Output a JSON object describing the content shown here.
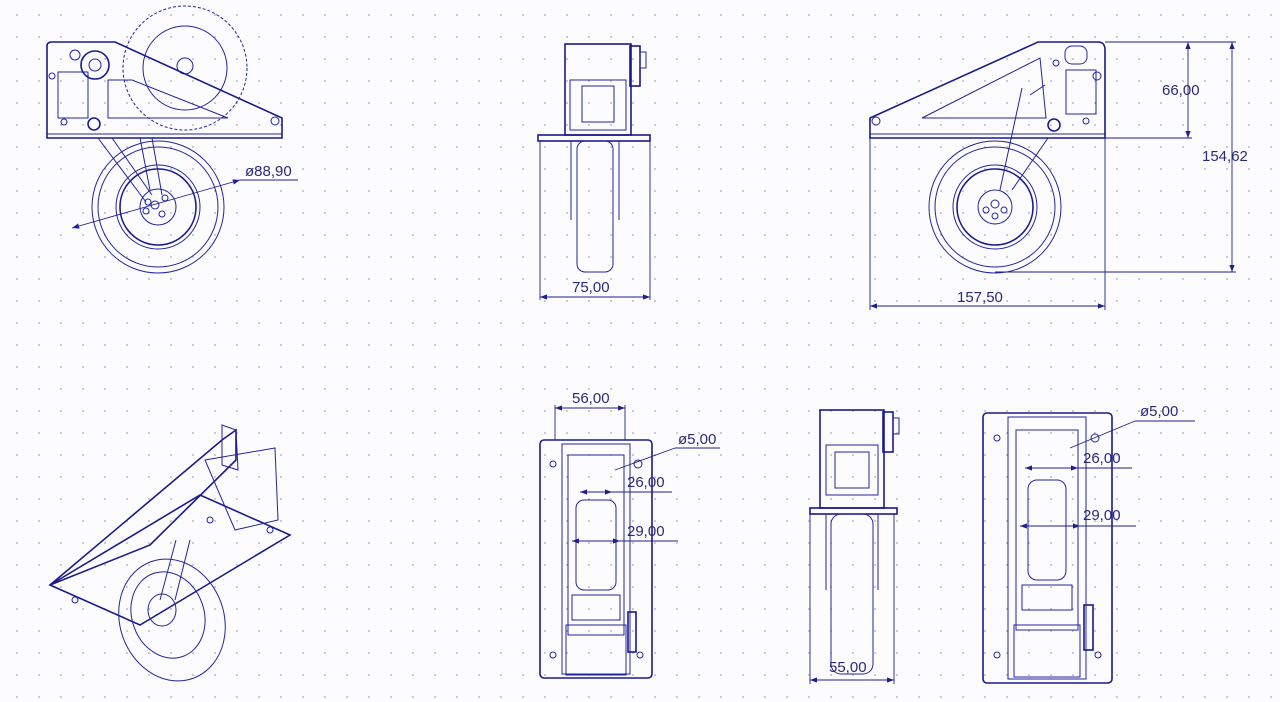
{
  "drawing": {
    "dimensions": {
      "wheel_diameter": "ø88,90",
      "front_width": "75,00",
      "side_height_upper": "66,00",
      "side_total_height": "154,62",
      "side_total_length": "157,50",
      "bottom_width": "56,00",
      "bottom_hole_diameter": "ø5,00",
      "bottom_inner_26": "26,00",
      "bottom_inner_29": "29,00",
      "side2_width": "55,00",
      "bottom2_hole_diameter": "ø5,00",
      "bottom2_inner_26": "26,00",
      "bottom2_inner_29": "29,00"
    },
    "colors": {
      "line": "#24249a",
      "background": "#fcfcfe",
      "grid_dot": "#b9bcc8"
    }
  }
}
